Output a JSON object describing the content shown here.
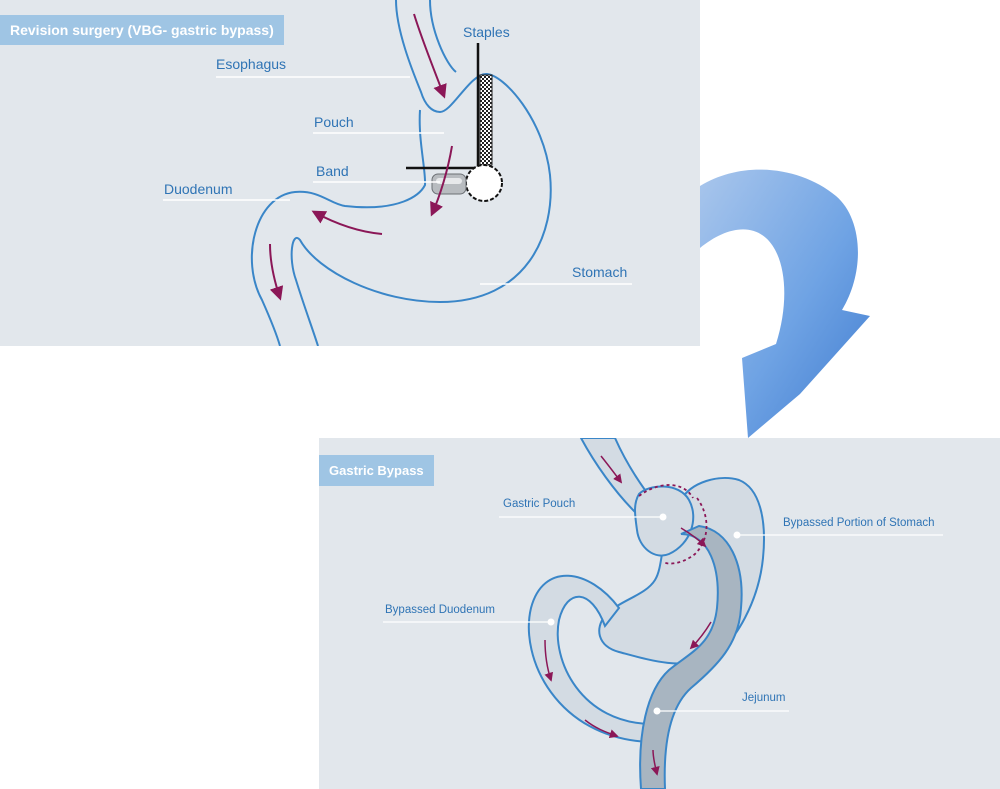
{
  "top_panel": {
    "title": "Revision surgery (VBG- gastric bypass)",
    "labels": {
      "staples": "Staples",
      "esophagus": "Esophagus",
      "pouch": "Pouch",
      "band": "Band",
      "duodenum": "Duodenum",
      "stomach": "Stomach"
    }
  },
  "bottom_panel": {
    "title": "Gastric Bypass",
    "labels": {
      "gastric_pouch": "Gastric Pouch",
      "bypassed_stomach": "Bypassed Portion of Stomach",
      "bypassed_duodenum": "Bypassed Duodenum",
      "jejunum": "Jejunum"
    }
  },
  "colors": {
    "panel_bg": "#e2e7ec",
    "title_bg": "#9fc5e4",
    "outline_blue": "#3a86c8",
    "arrow_purple": "#8b1757",
    "big_arrow_blue": "#5b95dc"
  }
}
